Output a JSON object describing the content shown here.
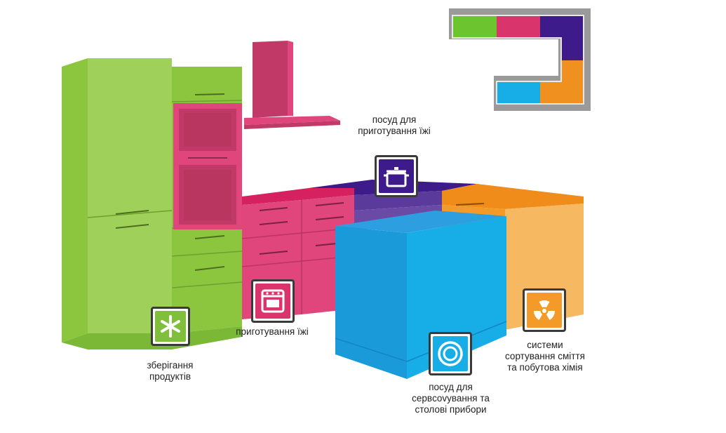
{
  "colors": {
    "storage": "#8cc63f",
    "cooking": "#e0457b",
    "cookware": "#3d1b8a",
    "serving": "#1aa7e8",
    "waste": "#f39a28"
  },
  "zones": {
    "storage": {
      "label": "зберігання продуктів",
      "icon": "snowflake-icon"
    },
    "cooking": {
      "label": "приготування їжі",
      "icon": "oven-icon"
    },
    "cookware": {
      "label": "посуд для приготування їжі",
      "icon": "pot-icon"
    },
    "serving": {
      "label": "посуд для сервcovування та столові прибори",
      "icon": "plate-icon"
    },
    "waste": {
      "label": "системи сортування сміття та побутова хімія",
      "icon": "radiation-icon"
    }
  }
}
